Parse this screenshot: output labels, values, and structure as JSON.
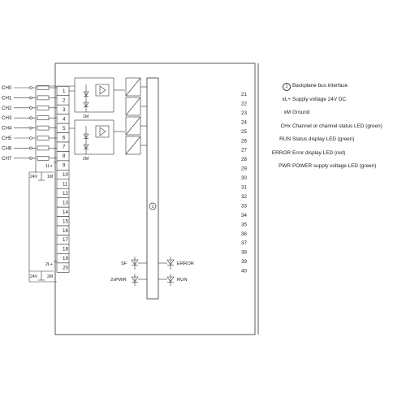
{
  "channels": [
    "CH0",
    "CH1",
    "CH2",
    "CH3",
    "CH4",
    "CH5",
    "CH6",
    "CH7"
  ],
  "left_terminals": [
    "1",
    "2",
    "3",
    "4",
    "5",
    "6",
    "7",
    "8",
    "9",
    "10",
    "11",
    "12",
    "13",
    "14",
    "15",
    "16",
    "17",
    "18",
    "19",
    "20"
  ],
  "right_terminals": [
    "21",
    "22",
    "23",
    "24",
    "25",
    "26",
    "27",
    "28",
    "29",
    "30",
    "31",
    "32",
    "33",
    "34",
    "35",
    "36",
    "37",
    "38",
    "39",
    "40"
  ],
  "group_labels": {
    "group1_l": "1L+",
    "group1_m": "1M",
    "group1_supply": "24V",
    "group2_l": "2L+",
    "group2_m": "2M",
    "group2_supply": "24V",
    "opto1_m": "1M",
    "opto2_m": "2M"
  },
  "bus_symbol": "1",
  "leds": [
    {
      "label": "SF",
      "id": "led-sf"
    },
    {
      "label": "ERROR",
      "id": "led-error"
    },
    {
      "label": "2xPWR",
      "id": "led-pwr"
    },
    {
      "label": "RUN",
      "id": "led-run"
    }
  ],
  "legend": [
    {
      "symbol": "1",
      "desc": "Backplane bus interface",
      "circled": true
    },
    {
      "symbol": "xL+",
      "desc": "Supply voltage 24V DC"
    },
    {
      "symbol": "xM",
      "desc": "Ground"
    },
    {
      "symbol": "CHx",
      "desc": "Channel or channel status LED (green)"
    },
    {
      "symbol": "RUN",
      "desc": "Status display LED (green)"
    },
    {
      "symbol": "ERROR",
      "desc": "Error display LED (red)"
    },
    {
      "symbol": "PWR",
      "desc": "POWER supply voltage LED (green)"
    }
  ]
}
